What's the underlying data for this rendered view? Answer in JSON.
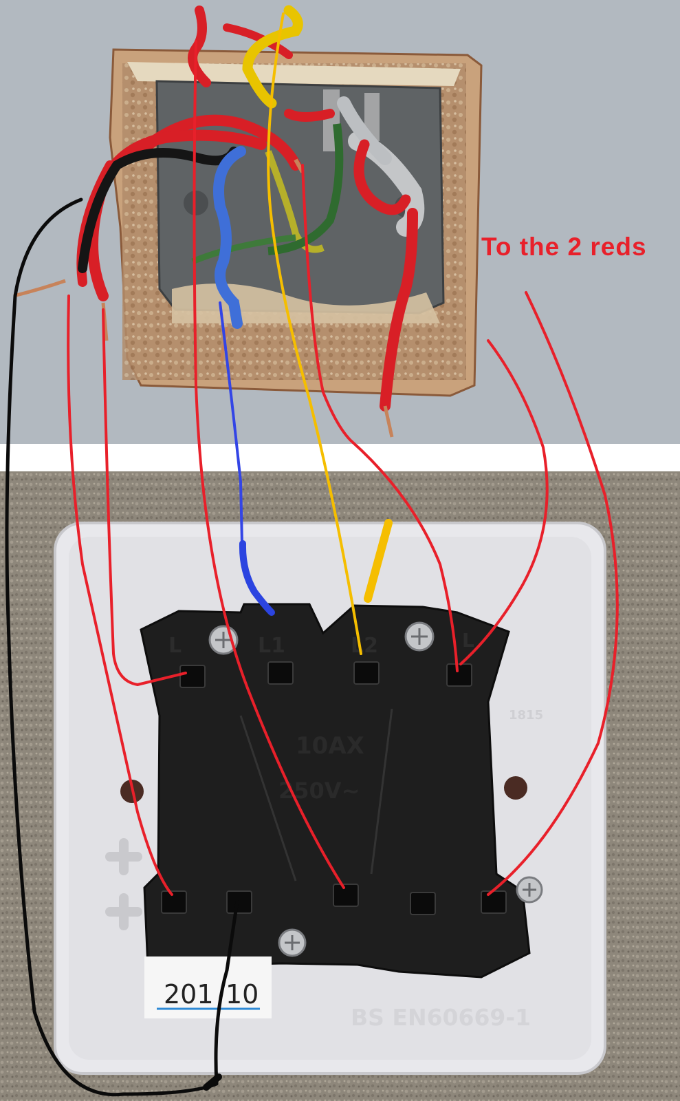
{
  "annotation": {
    "text": "To the 2 reds"
  },
  "switch": {
    "terminal_labels": [
      "L",
      "L1",
      "L2",
      "L"
    ],
    "rating_current": "10AX",
    "rating_voltage": "250V~",
    "date_code": "201",
    "date_code_suffix": "10",
    "standard": "BS EN60669-1",
    "side_mark": "1815"
  },
  "wire_colors": {
    "red": "#e8202a",
    "yellow": "#f7c300",
    "blue": "#2f4fe0",
    "black": "#0b0b0b",
    "green_yellow_earth": "#2f6b2f",
    "grey_sheath": "#b9bcbf"
  },
  "scene_colors": {
    "wall": "#aeb4bb",
    "plaster": "#d9c7a5",
    "backbox": "#6b6e70",
    "carpet": "#8d8579",
    "faceplate": "#e9e9ec",
    "switch_body": "#202020"
  }
}
